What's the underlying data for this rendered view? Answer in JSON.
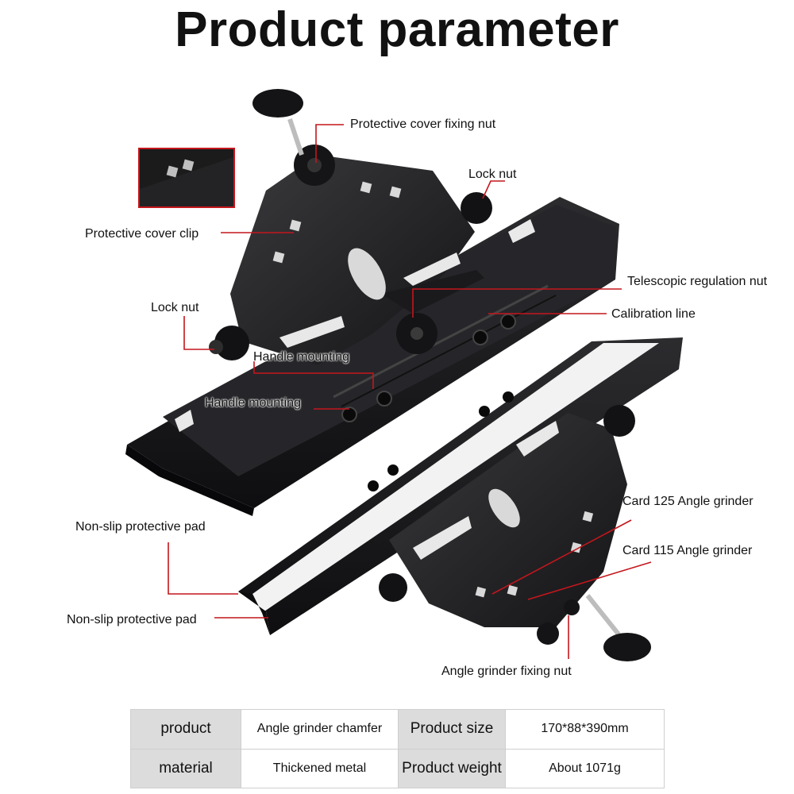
{
  "title": "Product parameter",
  "labels": {
    "protective_cover_fixing_nut": "Protective cover fixing nut",
    "lock_nut_top": "Lock nut",
    "protective_cover_clip": "Protective cover clip",
    "telescopic_regulation_nut": "Telescopic regulation nut",
    "calibration_line": "Calibration line",
    "lock_nut_left": "Lock nut",
    "handle_mounting_1": "Handle mounting",
    "handle_mounting_2": "Handle mounting",
    "card_125": "Card 125 Angle grinder",
    "card_115": "Card 115 Angle grinder",
    "non_slip_pad_1": "Non-slip protective pad",
    "non_slip_pad_2": "Non-slip protective pad",
    "angle_grinder_fixing_nut": "Angle grinder fixing nut"
  },
  "params": {
    "row1": {
      "key1": "product",
      "val1": "Angle grinder chamfer",
      "key2": "Product size",
      "val2": "170*88*390mm"
    },
    "row2": {
      "key1": "material",
      "val1": "Thickened metal",
      "key2": "Product weight",
      "val2": "About 1071g"
    }
  },
  "colors": {
    "callout": "#c4161c",
    "metal": "#1c1c1e",
    "pad": "#f2f2f2",
    "header_cell": "#dcdcdc"
  }
}
